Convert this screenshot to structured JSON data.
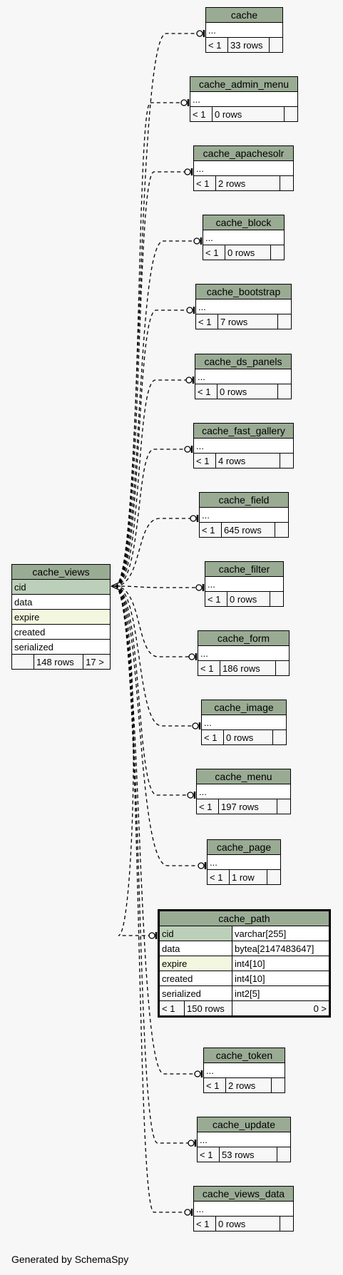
{
  "footer": "Generated by SchemaSpy",
  "central": {
    "name": "cache_views",
    "columns": [
      "cid",
      "data",
      "expire",
      "created",
      "serialized"
    ],
    "rows": "148 rows",
    "children": "17 >"
  },
  "focus": {
    "name": "cache_path",
    "columns": [
      {
        "name": "cid",
        "type": "varchar[255]"
      },
      {
        "name": "data",
        "type": "bytea[2147483647]"
      },
      {
        "name": "expire",
        "type": "int4[10]"
      },
      {
        "name": "created",
        "type": "int4[10]"
      },
      {
        "name": "serialized",
        "type": "int2[5]"
      }
    ],
    "parents": "< 1",
    "rows": "150 rows",
    "children": "0 >"
  },
  "ellipsis": "...",
  "tables": [
    {
      "name": "cache",
      "parents": "< 1",
      "rows": "33 rows"
    },
    {
      "name": "cache_admin_menu",
      "parents": "< 1",
      "rows": "0 rows"
    },
    {
      "name": "cache_apachesolr",
      "parents": "< 1",
      "rows": "2 rows"
    },
    {
      "name": "cache_block",
      "parents": "< 1",
      "rows": "0 rows"
    },
    {
      "name": "cache_bootstrap",
      "parents": "< 1",
      "rows": "7 rows"
    },
    {
      "name": "cache_ds_panels",
      "parents": "< 1",
      "rows": "0 rows"
    },
    {
      "name": "cache_fast_gallery",
      "parents": "< 1",
      "rows": "4 rows"
    },
    {
      "name": "cache_field",
      "parents": "< 1",
      "rows": "645 rows"
    },
    {
      "name": "cache_filter",
      "parents": "< 1",
      "rows": "0 rows"
    },
    {
      "name": "cache_form",
      "parents": "< 1",
      "rows": "186 rows"
    },
    {
      "name": "cache_image",
      "parents": "< 1",
      "rows": "0 rows"
    },
    {
      "name": "cache_menu",
      "parents": "< 1",
      "rows": "197 rows"
    },
    {
      "name": "cache_page",
      "parents": "< 1",
      "rows": "1 row"
    },
    {
      "name": "cache_token",
      "parents": "< 1",
      "rows": "2 rows"
    },
    {
      "name": "cache_update",
      "parents": "< 1",
      "rows": "53 rows"
    },
    {
      "name": "cache_views_data",
      "parents": "< 1",
      "rows": "0 rows"
    }
  ]
}
